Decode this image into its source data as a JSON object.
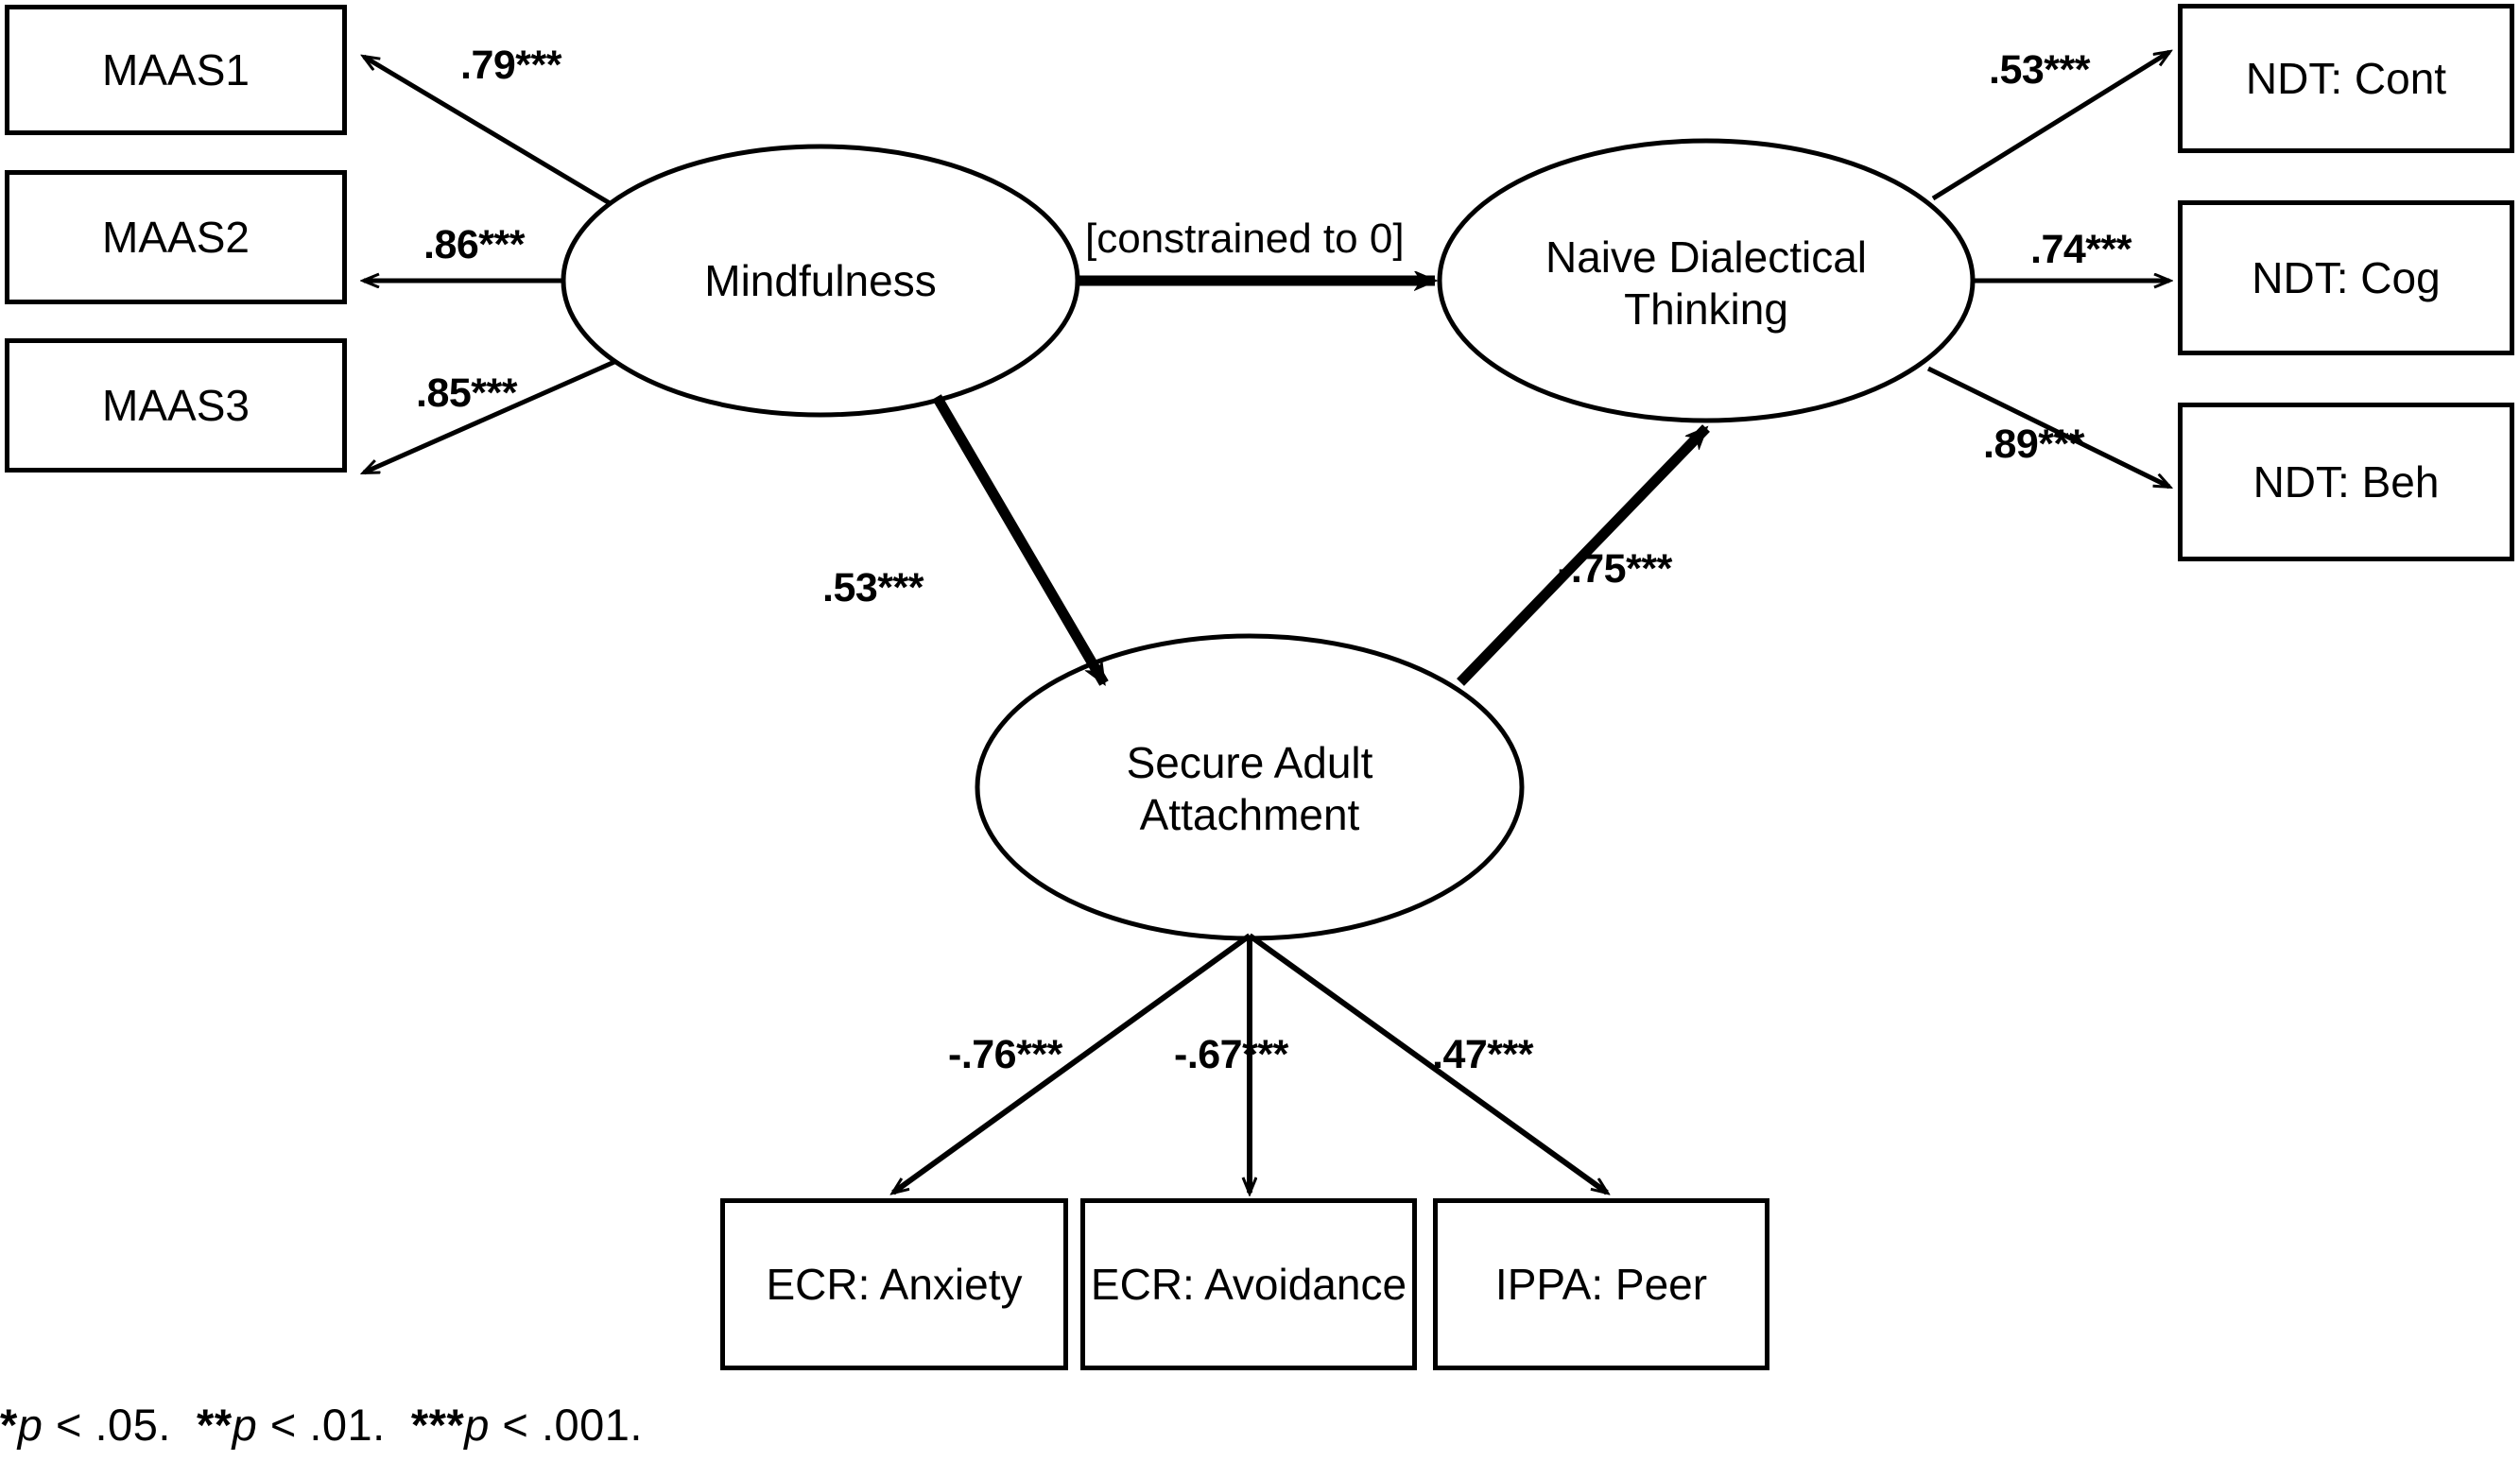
{
  "diagram": {
    "type": "structural-equation-model",
    "title": "",
    "latent_variables": [
      {
        "id": "mindfulness",
        "label": "Mindfulness"
      },
      {
        "id": "ndt",
        "label": "Naive Dialectical\nThinking",
        "line1": "Naive Dialectical",
        "line2": "Thinking"
      },
      {
        "id": "attachment",
        "label": "Secure Adult\nAttachment",
        "line1": "Secure Adult",
        "line2": "Attachment"
      }
    ],
    "observed_variables": [
      {
        "id": "maas1",
        "label": "MAAS1"
      },
      {
        "id": "maas2",
        "label": "MAAS2"
      },
      {
        "id": "maas3",
        "label": "MAAS3"
      },
      {
        "id": "ndt_cont",
        "label": "NDT: Cont"
      },
      {
        "id": "ndt_cog",
        "label": "NDT: Cog"
      },
      {
        "id": "ndt_beh",
        "label": "NDT: Beh"
      },
      {
        "id": "ecr_anxiety",
        "label": "ECR: Anxiety"
      },
      {
        "id": "ecr_avoidance",
        "label": "ECR: Avoidance"
      },
      {
        "id": "ippa_peer",
        "label": "IPPA: Peer"
      }
    ],
    "paths": [
      {
        "id": "p_maas1",
        "from": "mindfulness",
        "to": "maas1",
        "coefficient": ".79***",
        "value": 0.79,
        "significance": "***"
      },
      {
        "id": "p_maas2",
        "from": "mindfulness",
        "to": "maas2",
        "coefficient": ".86***",
        "value": 0.86,
        "significance": "***"
      },
      {
        "id": "p_maas3",
        "from": "mindfulness",
        "to": "maas3",
        "coefficient": ".85***",
        "value": 0.85,
        "significance": "***"
      },
      {
        "id": "p_ndt_cont",
        "from": "ndt",
        "to": "ndt_cont",
        "coefficient": ".53***",
        "value": 0.53,
        "significance": "***"
      },
      {
        "id": "p_ndt_cog",
        "from": "ndt",
        "to": "ndt_cog",
        "coefficient": ".74***",
        "value": 0.74,
        "significance": "***"
      },
      {
        "id": "p_ndt_beh",
        "from": "ndt",
        "to": "ndt_beh",
        "coefficient": ".89***",
        "value": 0.89,
        "significance": "***"
      },
      {
        "id": "p_mind_ndt",
        "from": "mindfulness",
        "to": "ndt",
        "coefficient": "[constrained to 0]",
        "value": 0,
        "significance": ""
      },
      {
        "id": "p_mind_att",
        "from": "mindfulness",
        "to": "attachment",
        "coefficient": ".53***",
        "value": 0.53,
        "significance": "***"
      },
      {
        "id": "p_att_ndt",
        "from": "attachment",
        "to": "ndt",
        "coefficient": "-.75***",
        "value": -0.75,
        "significance": "***"
      },
      {
        "id": "p_ecr_anx",
        "from": "attachment",
        "to": "ecr_anxiety",
        "coefficient": "-.76***",
        "value": -0.76,
        "significance": "***"
      },
      {
        "id": "p_ecr_avo",
        "from": "attachment",
        "to": "ecr_avoidance",
        "coefficient": "-.67***",
        "value": -0.67,
        "significance": "***"
      },
      {
        "id": "p_ippa",
        "from": "attachment",
        "to": "ippa_peer",
        "coefficient": ".47***",
        "value": 0.47,
        "significance": "***"
      }
    ],
    "footnote": {
      "p1_stars": "*",
      "p1_text": " < .05.",
      "p2_stars": "**",
      "p2_text": " < .01.",
      "p3_stars": "***",
      "p3_text": " < .001.",
      "p_symbol": "p",
      "full": "* p < .05.   ** p < .01.   *** p < .001."
    },
    "colors": {
      "stroke": "#000000",
      "background": "#ffffff",
      "text": "#000000"
    }
  }
}
